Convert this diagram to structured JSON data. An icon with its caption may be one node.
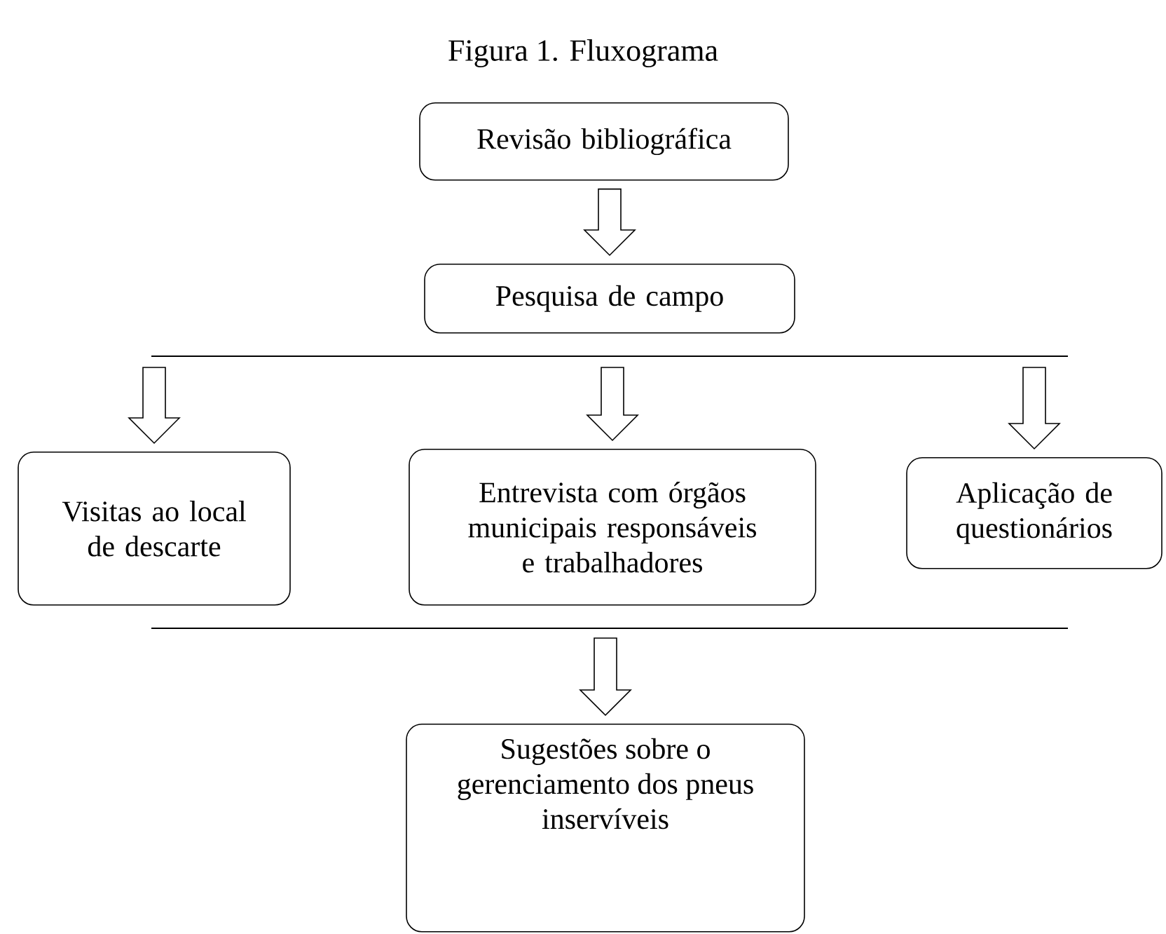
{
  "diagram": {
    "title": "Figura 1.  Fluxograma",
    "nodes": [
      {
        "text": [
          "Revisão bibliográfica"
        ]
      },
      {
        "text": [
          "Pesquisa de campo"
        ]
      },
      {
        "text": [
          "Visitas ao local de descarte"
        ]
      },
      {
        "text": [
          "Entrevista com órgãos municipais responsáveis e trabalhadores"
        ]
      },
      {
        "text": [
          "Aplicação de questionários"
        ]
      },
      {
        "text": [
          "Sugestões sobre o gerenciamento dos pneus inservíveis"
        ]
      }
    ],
    "edges": [
      {
        "from": 0,
        "to": 1,
        "arrow": "to"
      },
      {
        "from": null,
        "to": 2,
        "arrow": "to"
      },
      {
        "from": null,
        "to": 3,
        "arrow": "to"
      },
      {
        "from": null,
        "to": 4,
        "arrow": "to"
      },
      {
        "from": null,
        "to": 5,
        "arrow": "to"
      }
    ]
  }
}
